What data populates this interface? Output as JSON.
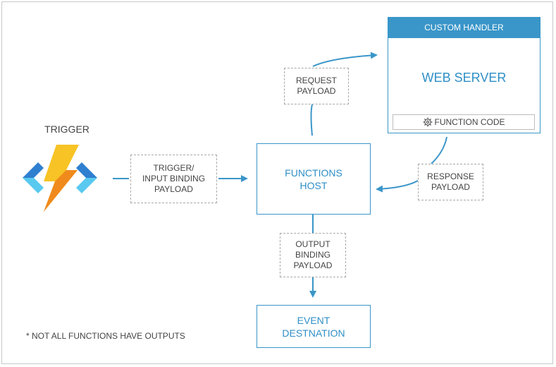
{
  "trigger": {
    "heading": "TRIGGER",
    "payload_label": "TRIGGER/\nINPUT BINDING\nPAYLOAD"
  },
  "functions_host": {
    "label": "FUNCTIONS\nHOST"
  },
  "request_payload": {
    "label": "REQUEST\nPAYLOAD"
  },
  "response_payload": {
    "label": "RESPONSE\nPAYLOAD"
  },
  "output_payload": {
    "label": "OUTPUT\nBINDING\nPAYLOAD"
  },
  "event_destination": {
    "label": "EVENT\nDESTNATION"
  },
  "custom_handler": {
    "header": "CUSTOM HANDLER",
    "server": "WEB SERVER",
    "function_code": "FUNCTION CODE"
  },
  "footnote": "* NOT ALL FUNCTIONS HAVE OUTPUTS",
  "colors": {
    "accent": "#3a96c9",
    "bolt_yellow": "#f7c325",
    "bolt_orange": "#f08a1c",
    "bracket_dark": "#2f7fd0",
    "bracket_light": "#59c9ef"
  },
  "icons": {
    "trigger": "azure-functions-icon",
    "function_code": "gear-icon"
  }
}
